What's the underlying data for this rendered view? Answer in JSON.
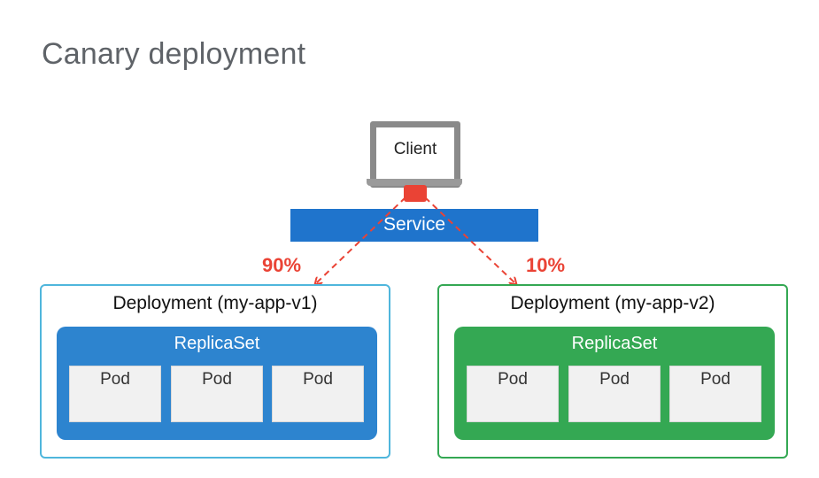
{
  "title": "Canary deployment",
  "client": {
    "label": "Client",
    "icon": "laptop-icon"
  },
  "service": {
    "label": "Service"
  },
  "traffic": {
    "left": "90%",
    "right": "10%"
  },
  "deployments": [
    {
      "label": "Deployment (my-app-v1)",
      "replicaset": "ReplicaSet",
      "pods": [
        "Pod",
        "Pod",
        "Pod"
      ]
    },
    {
      "label": "Deployment (my-app-v2)",
      "replicaset": "ReplicaSet",
      "pods": [
        "Pod",
        "Pod",
        "Pod"
      ]
    }
  ],
  "colors": {
    "title": "#5f6368",
    "service": "#1f74cc",
    "traffic": "#ea4335",
    "v1_border": "#4fb6dc",
    "v1_replicaset": "#2d84cf",
    "v2_border": "#34a853",
    "v2_replicaset": "#34a853",
    "pod": "#f1f1f1"
  }
}
